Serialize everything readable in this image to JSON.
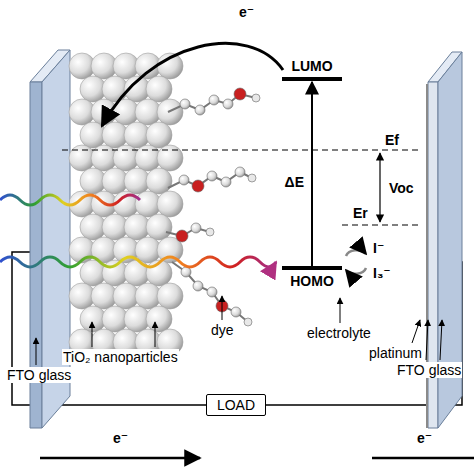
{
  "diagram": {
    "nodes": [
      {
        "text": [
          "LUMO"
        ]
      },
      {
        "text": [
          "HOMO"
        ]
      },
      {
        "text": [
          "LOAD"
        ]
      }
    ],
    "edges": [
      {
        "from": 1,
        "to": 0,
        "arrow": "to",
        "label": "ΔE"
      }
    ],
    "labels": [
      "e⁻",
      "Ef",
      "Voc",
      "Er",
      "I⁻",
      "I₃⁻",
      "FTO glass",
      "TiO₂ nanoparticles",
      "dye",
      "electrolyte",
      "platinum",
      "FTO glass",
      "e⁻",
      "e⁻"
    ]
  }
}
